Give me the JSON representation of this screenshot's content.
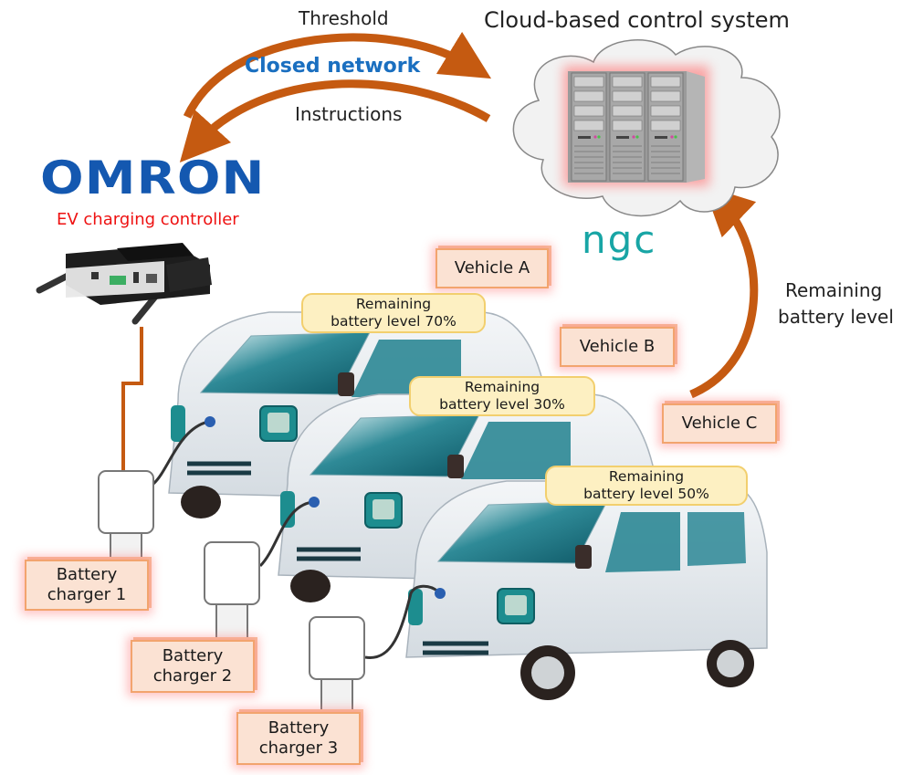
{
  "diagram": {
    "title": "Cloud-based control system",
    "network": {
      "label": "Closed network",
      "upper_arrow_label": "Threshold",
      "lower_arrow_label": "Instructions"
    },
    "controller": {
      "brand": "OMRON",
      "subtitle": "EV charging controller"
    },
    "cloud": {
      "vendor_logo": "ngc",
      "feedback_label_line1": "Remaining",
      "feedback_label_line2": "battery level"
    },
    "vehicles": [
      {
        "name": "Vehicle A",
        "bubble_line1": "Remaining",
        "bubble_line2": "battery level 70%",
        "battery_percent": 70
      },
      {
        "name": "Vehicle B",
        "bubble_line1": "Remaining",
        "bubble_line2": "battery level 30%",
        "battery_percent": 30
      },
      {
        "name": "Vehicle C",
        "bubble_line1": "Remaining",
        "bubble_line2": "battery level 50%",
        "battery_percent": 50
      }
    ],
    "chargers": [
      {
        "line1": "Battery",
        "line2": "charger 1"
      },
      {
        "line1": "Battery",
        "line2": "charger  2"
      },
      {
        "line1": "Battery",
        "line2": "charger  3"
      }
    ],
    "colors": {
      "arrow": "#c55a11",
      "network_text": "#1a6fc0",
      "omron_blue": "#1458b0",
      "subtitle_red": "#ee1111",
      "ngc_teal": "#18a5a5",
      "tag_fill": "#fbe2d3",
      "bubble_fill": "#fdf0c2"
    }
  }
}
